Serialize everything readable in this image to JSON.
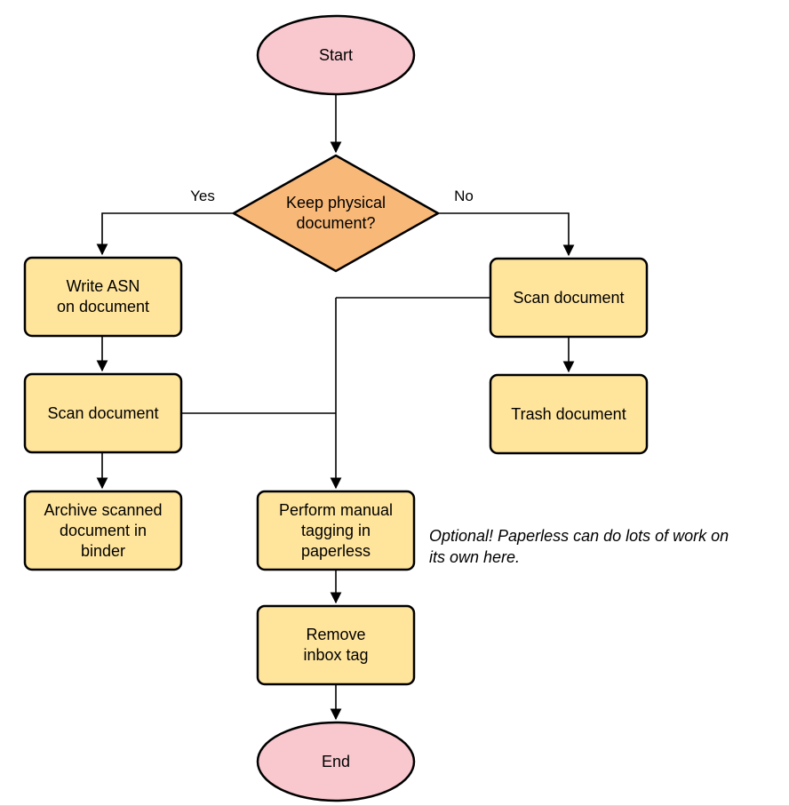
{
  "diagram": {
    "nodes": {
      "start": {
        "type": "terminal-ellipse",
        "label": "Start"
      },
      "decision": {
        "type": "decision-diamond",
        "label": "Keep physical\ndocument?"
      },
      "write_asn": {
        "type": "process-rect",
        "label": "Write ASN\non document"
      },
      "scan_left": {
        "type": "process-rect",
        "label": "Scan document"
      },
      "archive": {
        "type": "process-rect",
        "label": "Archive scanned\ndocument in\nbinder"
      },
      "scan_right": {
        "type": "process-rect",
        "label": "Scan document"
      },
      "trash": {
        "type": "process-rect",
        "label": "Trash document"
      },
      "manual_tagging": {
        "type": "process-rect",
        "label": "Perform manual\ntagging in\npaperless"
      },
      "remove_inbox_tag": {
        "type": "process-rect",
        "label": "Remove\ninbox tag"
      },
      "end": {
        "type": "terminal-ellipse",
        "label": "End"
      }
    },
    "edge_labels": {
      "yes": "Yes",
      "no": "No"
    },
    "annotation": "Optional! Paperless can do lots of work on\nits own here.",
    "colors": {
      "terminal_fill": "#F8C8CE",
      "decision_fill": "#F8B878",
      "process_fill": "#FFE49C",
      "stroke": "#000000"
    }
  }
}
